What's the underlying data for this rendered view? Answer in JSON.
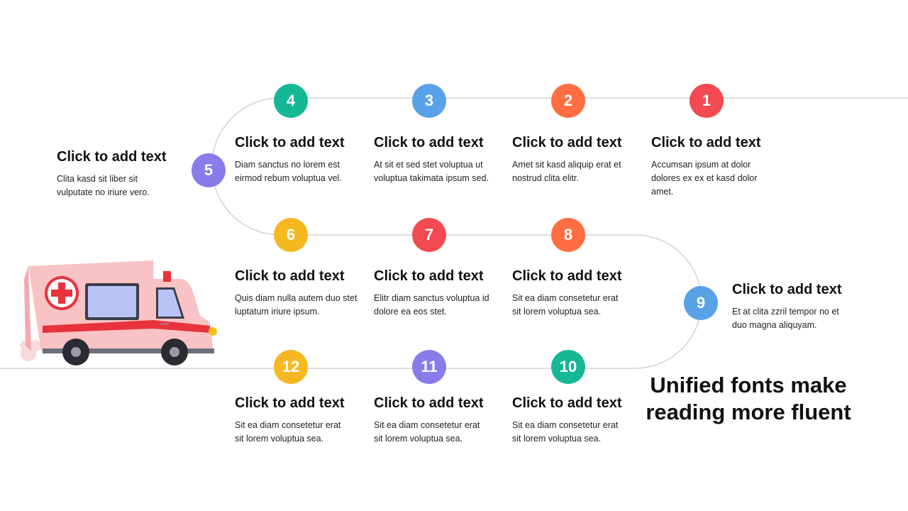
{
  "colors": {
    "teal": "#14B894",
    "blue": "#5AA2E8",
    "orange": "#FF6E42",
    "red": "#F24A50",
    "purple": "#8A7BEA",
    "yellow": "#F5B820",
    "path_line": "#c9c9c9"
  },
  "steps": [
    {
      "number": "1",
      "color": "#F24A50",
      "title": "Click to add text",
      "body": "Accumsan ipsum at dolor dolores ex ex et kasd dolor amet."
    },
    {
      "number": "2",
      "color": "#FF6E42",
      "title": "Click to add text",
      "body": "Amet sit kasd aliquip erat et nostrud clita elitr."
    },
    {
      "number": "3",
      "color": "#5AA2E8",
      "title": "Click to add text",
      "body": "At sit et sed stet voluptua ut voluptua takimata ipsum sed."
    },
    {
      "number": "4",
      "color": "#14B894",
      "title": "Click to add text",
      "body": "Diam sanctus no lorem est eirmod rebum voluptua vel."
    },
    {
      "number": "5",
      "color": "#8A7BEA",
      "title": "Click to add text",
      "body": "Clita kasd sit liber sit vulputate no iriure vero."
    },
    {
      "number": "6",
      "color": "#F5B820",
      "title": "Click to add text",
      "body": "Quis diam nulla autem duo stet luptatum iriure ipsum."
    },
    {
      "number": "7",
      "color": "#F24A50",
      "title": "Click to add text",
      "body": "Elitr diam sanctus voluptua id dolore ea eos stet."
    },
    {
      "number": "8",
      "color": "#FF6E42",
      "title": "Click to add text",
      "body": "Sit ea diam consetetur erat sit lorem voluptua sea."
    },
    {
      "number": "9",
      "color": "#5AA2E8",
      "title": "Click to add text",
      "body": "Et at clita zzril tempor no et duo magna aliquyam."
    },
    {
      "number": "10",
      "color": "#14B894",
      "title": "Click to add text",
      "body": "Sit ea diam consetetur erat sit lorem voluptua sea."
    },
    {
      "number": "11",
      "color": "#8A7BEA",
      "title": "Click to add text",
      "body": "Sit ea diam consetetur erat sit lorem voluptua sea."
    },
    {
      "number": "12",
      "color": "#F5B820",
      "title": "Click to add text",
      "body": "Sit ea diam consetetur erat sit lorem voluptua sea."
    }
  ],
  "headline": "Unified fonts make reading more fluent",
  "illustration": {
    "icon": "ambulance-icon",
    "cross_icon": "medical-cross-icon"
  }
}
